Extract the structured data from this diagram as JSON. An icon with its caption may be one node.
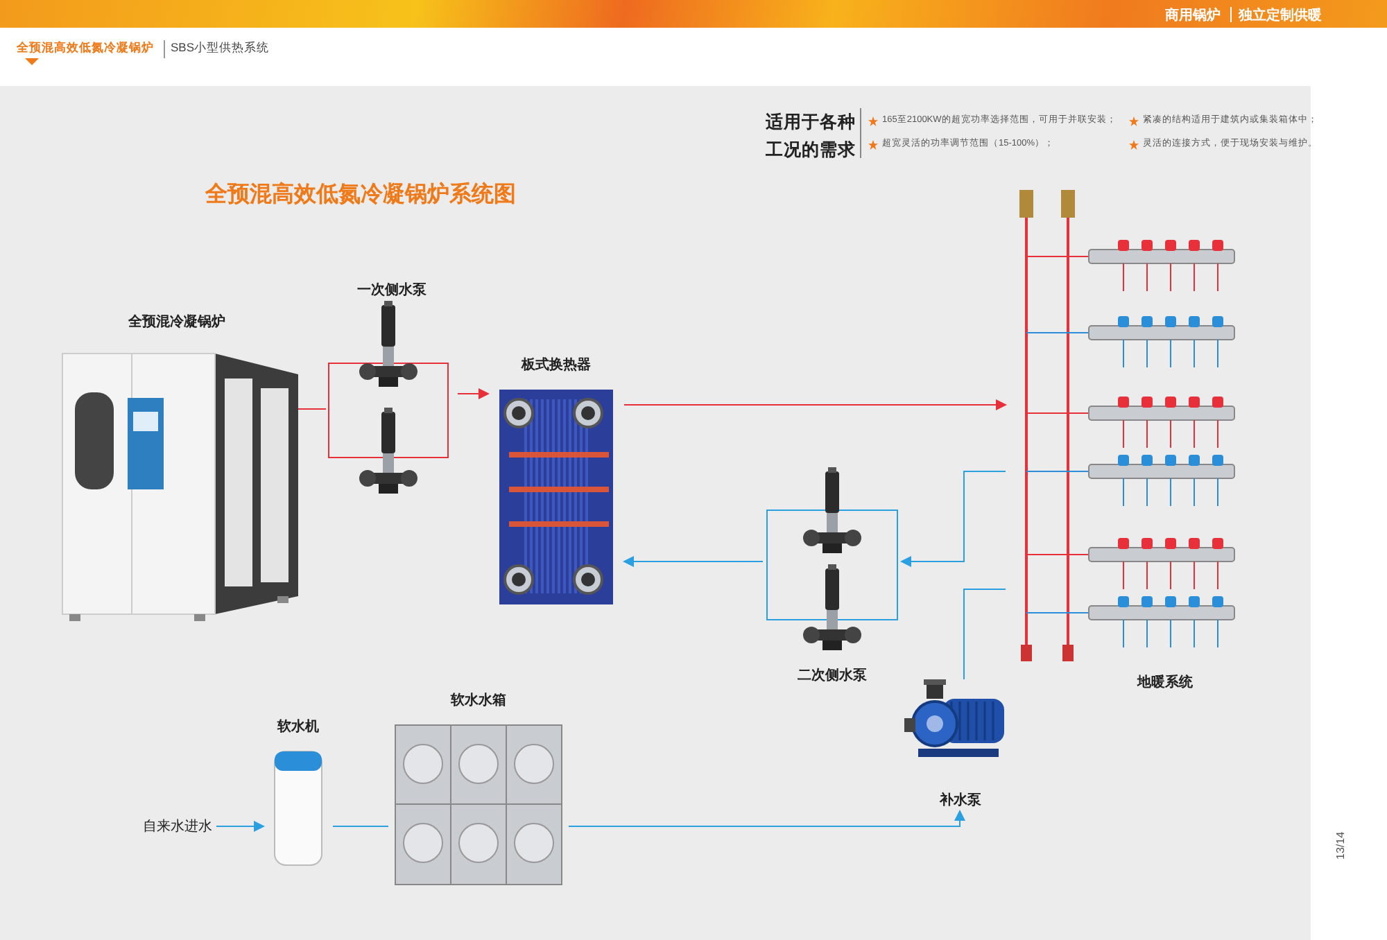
{
  "diagram": {
    "title": "全预混高效低氮冷凝锅炉系统图",
    "nodes": [
      {
        "text": [],
        "shape": "picture",
        "beside": [
          "全预混冷凝锅炉"
        ]
      },
      {
        "text": [],
        "shape": "picture",
        "beside": [
          "一次侧水泵"
        ]
      },
      {
        "text": [],
        "shape": "picture",
        "beside": [
          "板式换热器"
        ]
      },
      {
        "text": [],
        "shape": "picture",
        "beside": [
          "二次侧水泵"
        ]
      },
      {
        "text": [],
        "shape": "picture",
        "beside": [
          "地暖系统"
        ]
      },
      {
        "text": [],
        "shape": "picture",
        "beside": [
          "补水泵"
        ]
      },
      {
        "text": [],
        "shape": "picture",
        "beside": [
          "软水机"
        ]
      },
      {
        "text": [],
        "shape": "picture",
        "beside": [
          "软水水箱"
        ]
      },
      {
        "text": [
          "自来水进水"
        ]
      }
    ],
    "edges": [
      {
        "from": 0,
        "to": 1,
        "arrow": "none",
        "color": "#e8303a"
      },
      {
        "from": 1,
        "to": 2,
        "arrow": "to",
        "color": "#e8303a"
      },
      {
        "from": 2,
        "to": 4,
        "arrow": "to",
        "color": "#e8303a"
      },
      {
        "from": 4,
        "to": 3,
        "arrow": "to"
      },
      {
        "from": 3,
        "to": 2,
        "arrow": "to"
      },
      {
        "from": 5,
        "to": 4,
        "arrow": "none"
      },
      {
        "from": 8,
        "to": 6,
        "arrow": "to"
      },
      {
        "from": 6,
        "to": 7,
        "arrow": "none"
      },
      {
        "from": 7,
        "to": 5,
        "arrow": "to"
      }
    ],
    "labels": [
      "商用锅炉",
      "独立定制供暖",
      "全预混高效低氮冷凝锅炉",
      "SBS小型供热系统",
      "适用于各种工况的需求",
      "165至2100KW的超宽功率选择范围，可用于并联安装；",
      "紧凑的结构适用于建筑内或集装箱体中；",
      "超宽灵活的功率调节范围（15-100%）；",
      "灵活的连接方式，便于现场安装与维护。",
      "13/14"
    ]
  }
}
